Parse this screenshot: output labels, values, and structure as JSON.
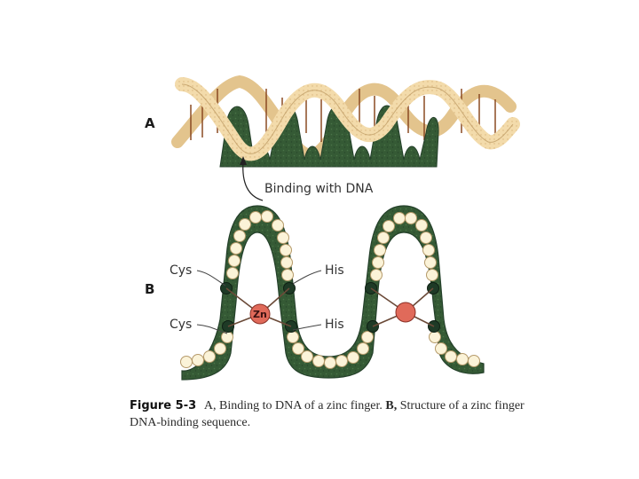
{
  "figure": {
    "panel_a_letter": "A",
    "panel_b_letter": "B",
    "binding_label": "Binding with DNA",
    "labels": {
      "cys_top": "Cys",
      "cys_bottom": "Cys",
      "his_top": "His",
      "his_bottom": "His",
      "zn": "Zn"
    }
  },
  "caption": {
    "figure_label": "Figure 5-3",
    "text_a": "A, Binding to DNA of a zinc finger.",
    "label_b": "B,",
    "text_b": "Structure of a zinc finger DNA-binding sequence."
  },
  "colors": {
    "finger_green": "#355a35",
    "bead_fill": "#fbf3d8",
    "bead_stroke": "#b59a6a",
    "dna_ribbon": "#f2d7a3",
    "dna_rung": "#8a4a22",
    "zn_red": "#e06a5a",
    "dark_bead": "#1e3a26"
  }
}
